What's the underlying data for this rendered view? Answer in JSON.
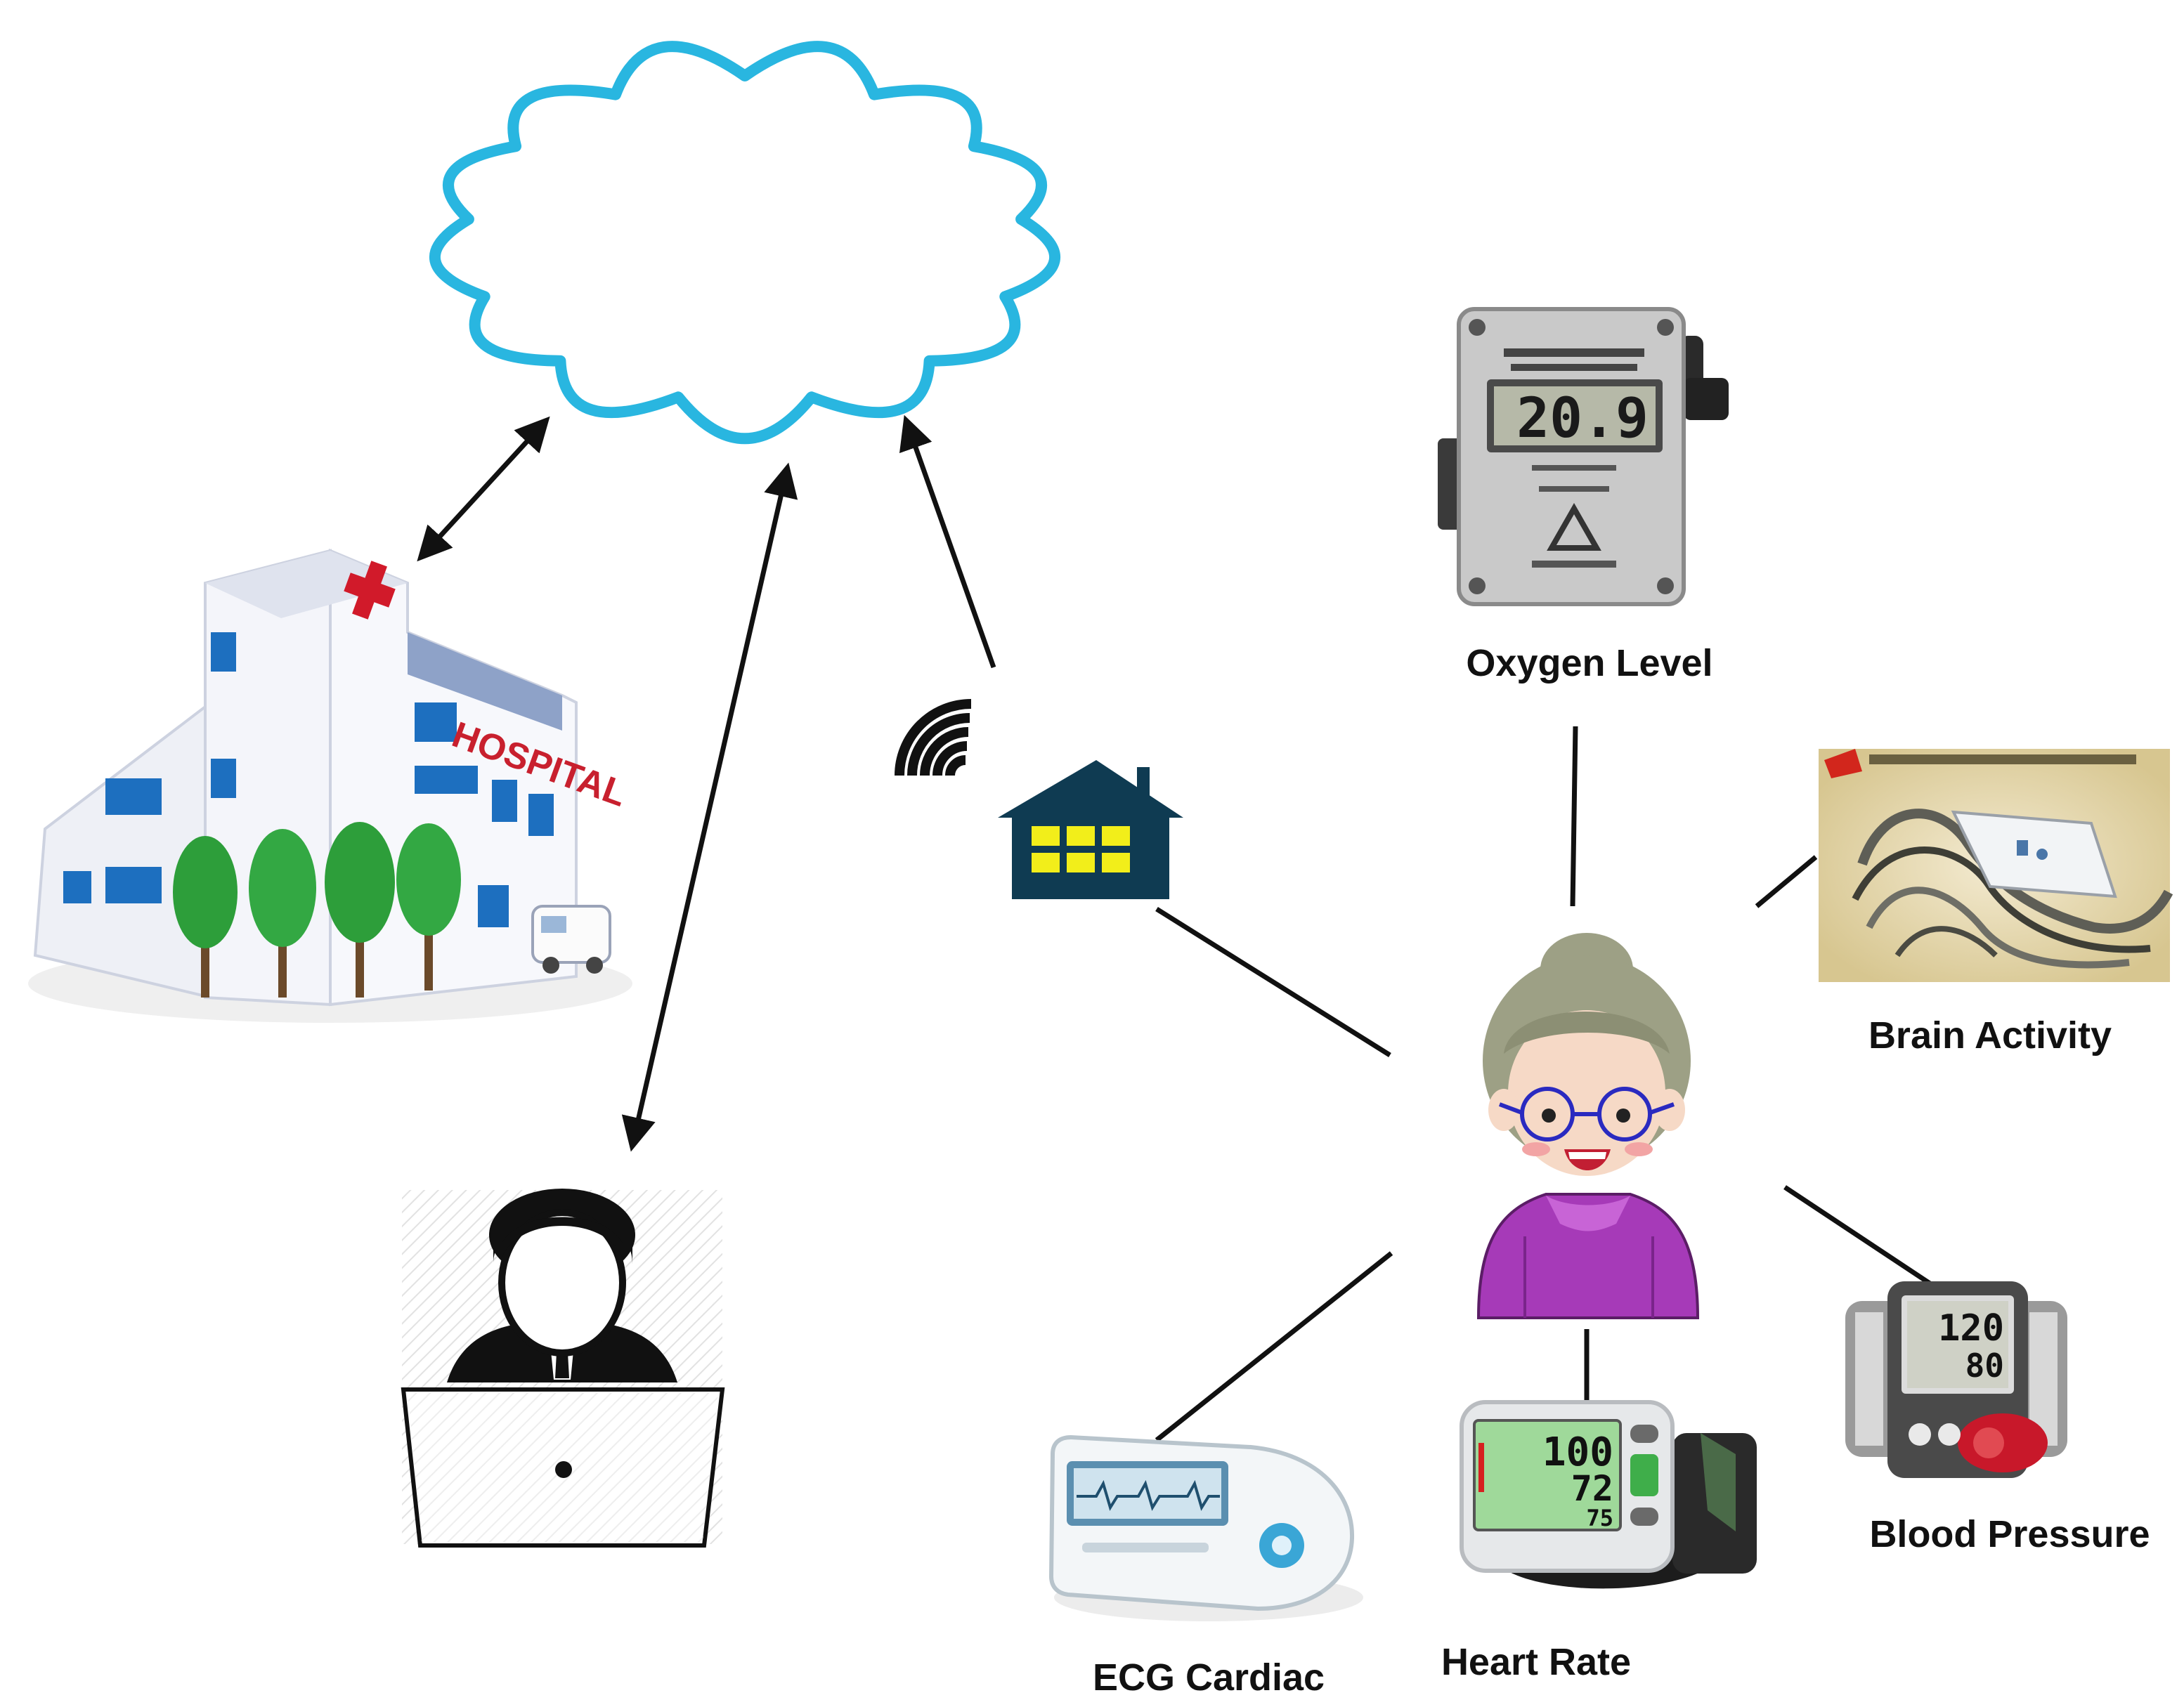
{
  "labels": {
    "oxygen": "Oxygen Level",
    "brain": "Brain Activity",
    "blood_pressure": "Blood Pressure",
    "heart_rate": "Heart Rate",
    "ecg": "ECG Cardiac"
  },
  "hospital_sign": "HOSPITAL",
  "oximeter_reading": "20.9",
  "heart_monitor": {
    "sys": "100",
    "dia": "72",
    "pulse": "75"
  },
  "bp_monitor": {
    "sys": "120",
    "dia": "80"
  },
  "colors": {
    "cloud": "#29b6e0",
    "house": "#0f3b52",
    "house_window": "#f2ee1a",
    "dress": "#a63ab8",
    "hospital_cross": "#d11a2a",
    "tree": "#2d9e3a"
  }
}
